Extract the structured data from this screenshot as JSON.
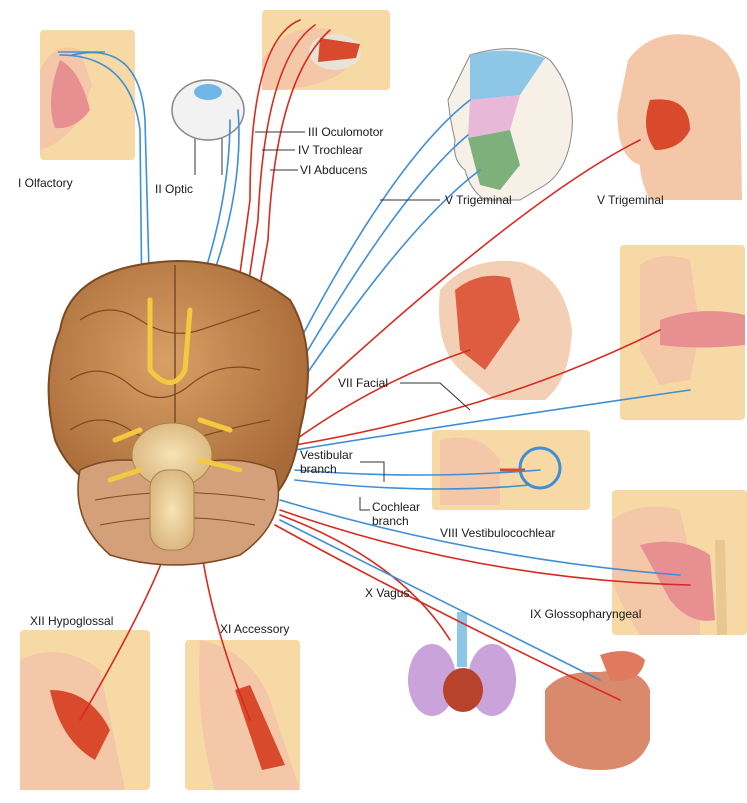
{
  "labels": {
    "olfactory": "I Olfactory",
    "optic": "II Optic",
    "oculomotor": "III Oculomotor",
    "trochlear": "IV Trochlear",
    "abducens": "VI Abducens",
    "trigeminal_left": "V Trigeminal",
    "trigeminal_right": "V Trigeminal",
    "facial": "VII Facial",
    "vestibular_branch": "Vestibular branch",
    "cochlear_branch": "Cochlear branch",
    "vestibulocochlear": "VIII Vestibulocochlear",
    "vagus": "X Vagus",
    "glossopharyngeal": "IX Glossopharyngeal",
    "hypoglossal": "XII Hypoglossal",
    "accessory": "XI Accessory"
  },
  "colors": {
    "nerve_sensory": "#3f8fd6",
    "nerve_motor": "#d62b20",
    "brain": "#c78a52",
    "brainstem": "#f1d79c",
    "cranial_nerve_roots": "#f3c93f",
    "panel": "#f6d9a4",
    "muscle": "#d9492c"
  }
}
